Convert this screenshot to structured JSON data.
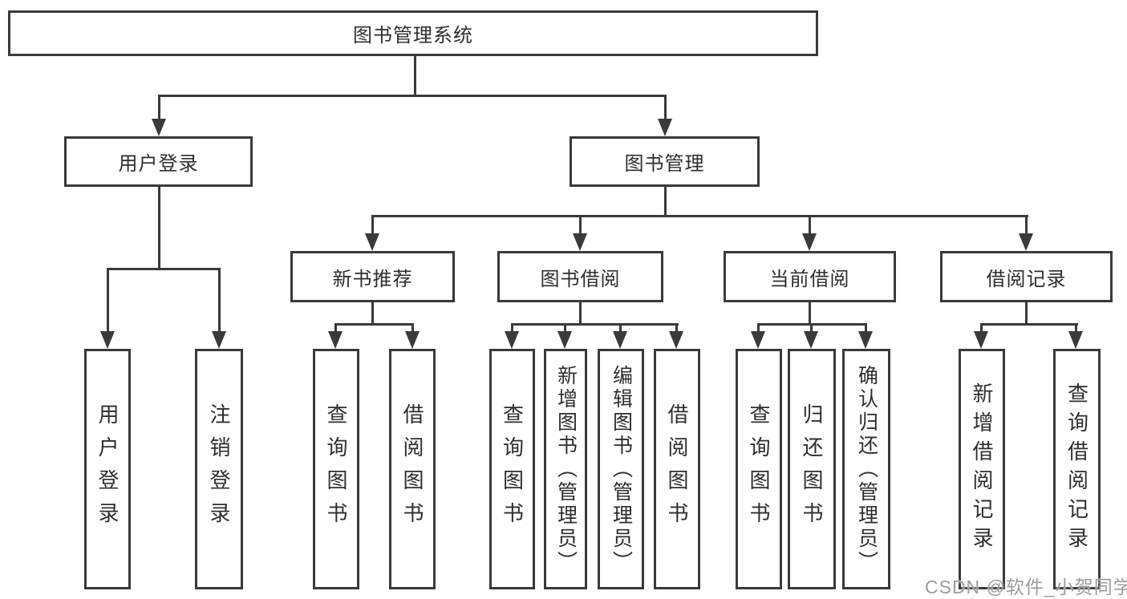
{
  "tree": {
    "root": {
      "label": "图书管理系统"
    },
    "level2": [
      {
        "label": "用户登录"
      },
      {
        "label": "图书管理"
      }
    ],
    "level3": [
      {
        "label": "新书推荐"
      },
      {
        "label": "图书借阅"
      },
      {
        "label": "当前借阅"
      },
      {
        "label": "借阅记录"
      }
    ],
    "leaves": {
      "user_login": [
        {
          "label": "用户登录"
        },
        {
          "label": "注销登录"
        }
      ],
      "new_book": [
        {
          "label": "查询图书"
        },
        {
          "label": "借阅图书"
        }
      ],
      "borrow": [
        {
          "label": "查询图书"
        },
        {
          "label": "新增图书（管理员）"
        },
        {
          "label": "编辑图书（管理员）"
        },
        {
          "label": "借阅图书"
        }
      ],
      "current": [
        {
          "label": "查询图书"
        },
        {
          "label": "归还图书"
        },
        {
          "label": "确认归还（管理员）"
        }
      ],
      "records": [
        {
          "label": "新增借阅记录"
        },
        {
          "label": "查询借阅记录"
        }
      ]
    }
  },
  "watermark": {
    "text": "CSDN @软件_小贺同学"
  },
  "colors": {
    "line": "#3a3a3a",
    "text": "#2e2e2e",
    "watermark": "#9c9c9c",
    "background": "#ffffff"
  }
}
